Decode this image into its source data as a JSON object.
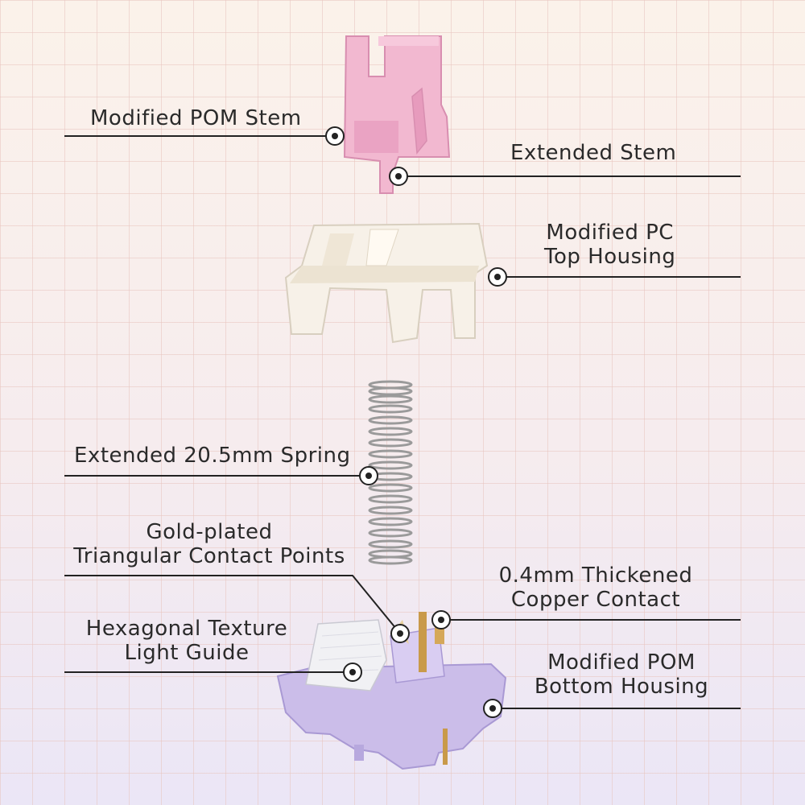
{
  "callouts": {
    "pom_stem": "Modified POM Stem",
    "extended_stem": "Extended Stem",
    "pc_top_housing_line1": "Modified PC",
    "pc_top_housing_line2": "Top Housing",
    "spring": "Extended 20.5mm Spring",
    "gold_contacts_line1": "Gold-plated",
    "gold_contacts_line2": "Triangular Contact Points",
    "copper_contact_line1": "0.4mm Thickened",
    "copper_contact_line2": "Copper Contact",
    "light_guide_line1": "Hexagonal Texture",
    "light_guide_line2": "Light Guide",
    "bottom_housing_line1": "Modified POM",
    "bottom_housing_line2": "Bottom Housing"
  },
  "colors": {
    "stem": "#f2b8d0",
    "top_housing": "#f7f1e8",
    "spring": "#9a9a9a",
    "bottom_housing": "#cbbde9",
    "contact": "#c99a4a",
    "line": "#222222"
  }
}
